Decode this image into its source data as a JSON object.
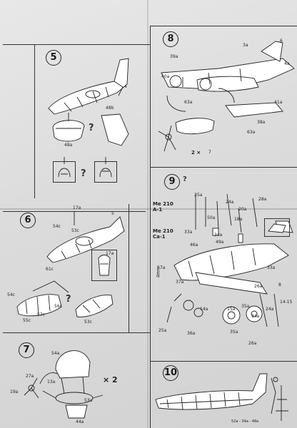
{
  "steps": {
    "s5": {
      "number": "5",
      "parts": [
        "4",
        "48b",
        "48a"
      ]
    },
    "s6": {
      "number": "6",
      "parts": [
        "17a",
        "5",
        "54c",
        "53c",
        "61c",
        "17a",
        "54c",
        "55c",
        "57c",
        "56c",
        "53c"
      ]
    },
    "s7": {
      "number": "7",
      "parts": [
        "54a",
        "27a",
        "13a",
        "19a",
        "53a",
        "44a"
      ],
      "multiplier": "× 2"
    },
    "s8": {
      "number": "8",
      "parts": [
        "6",
        "3a",
        "4a",
        "39a",
        "40a",
        "63a",
        "41a",
        "38a",
        "63a",
        "7"
      ],
      "multiplier": "2 ×"
    },
    "s9": {
      "number": "9",
      "variant_a": "Me 210\nA-1",
      "variant_b": "Me 210\nCa-1",
      "parts": [
        "25a",
        "24a",
        "28a",
        "20a",
        "50a",
        "33a",
        "34a",
        "49a",
        "18a",
        "46a",
        "57a",
        "37a",
        "33a",
        "26a",
        "8",
        "14a",
        "15a",
        "35a",
        "34a",
        "14-15",
        "24a",
        "25a",
        "36a",
        "35a",
        "26a"
      ],
      "tail": "4mm"
    },
    "s10": {
      "number": "10",
      "caption": "52a - 34a - 48a"
    }
  },
  "question_mark": "?"
}
